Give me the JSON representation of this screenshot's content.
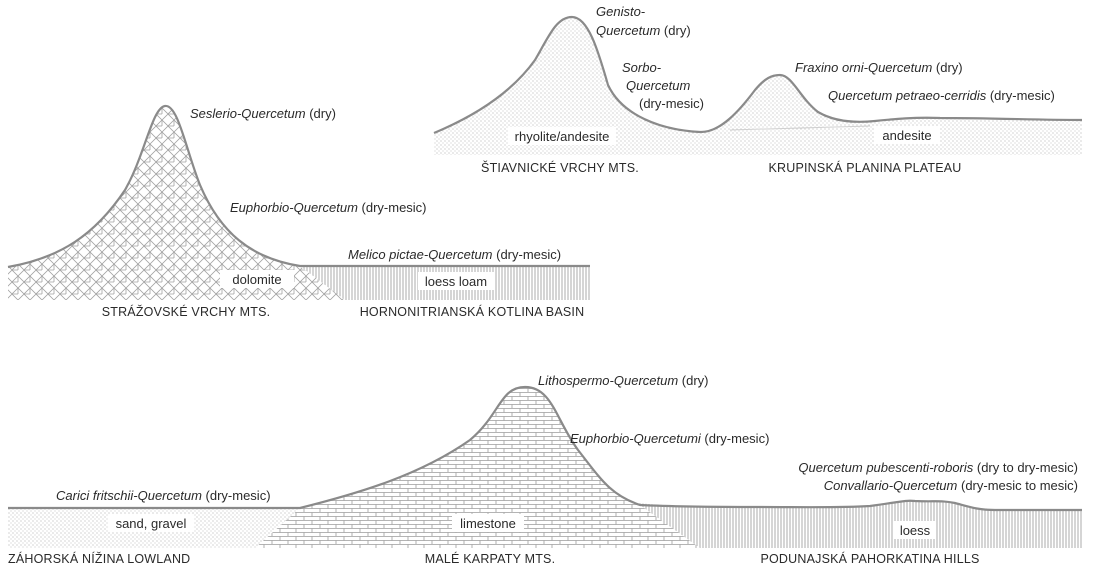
{
  "top_left": {
    "regions": {
      "mountains": "STRÁŽOVSKÉ VRCHY MTS.",
      "basin": "HORNONITRIANSKÁ KOTLINA BASIN"
    },
    "rocks": {
      "mountains": "dolomite",
      "basin": "loess loam"
    },
    "vegetation": [
      {
        "name": "Seslerio-Quercetum",
        "type": " (dry)"
      },
      {
        "name": "Euphorbio-Quercetum",
        "type": " (dry-mesic)"
      },
      {
        "name": "Melico pictae-Quercetum",
        "type": " (dry-mesic)"
      }
    ]
  },
  "top_right": {
    "regions": {
      "mountains": "ŠTIAVNICKÉ VRCHY MTS.",
      "plateau": "KRUPINSKÁ PLANINA PLATEAU"
    },
    "rocks": {
      "mountains": "rhyolite/andesite",
      "plateau": "andesite"
    },
    "vegetation": {
      "genisto_1": "Genisto-",
      "genisto_2": "Quercetum",
      "genisto_type": " (dry)",
      "sorbo_1": "Sorbo-",
      "sorbo_2": "Quercetum",
      "sorbo_type": "(dry-mesic)",
      "fraxino": "Fraxino orni-Quercetum",
      "fraxino_type": " (dry)",
      "petraeo": "Quercetum petraeo-cerridis",
      "petraeo_type": " (dry-mesic)"
    }
  },
  "bottom": {
    "regions": {
      "lowland": "ZÁHORSKÁ NÍŽINA LOWLAND",
      "mountains": "MALÉ KARPATY MTS.",
      "hills": "PODUNAJSKÁ PAHORKATINA HILLS"
    },
    "rocks": {
      "lowland": "sand, gravel",
      "mountains": "limestone",
      "hills": "loess"
    },
    "vegetation": [
      {
        "name": "Lithospermo-Quercetum",
        "type": " (dry)"
      },
      {
        "name": "Euphorbio-Quercetumi",
        "type": " (dry-mesic)"
      },
      {
        "name": "Carici fritschii-Quercetum",
        "type": " (dry-mesic)"
      },
      {
        "name": "Quercetum pubescenti-roboris",
        "type": " (dry to dry-mesic)"
      },
      {
        "name": "Convallario-Quercetum",
        "type": " (dry-mesic to mesic)"
      }
    ]
  }
}
